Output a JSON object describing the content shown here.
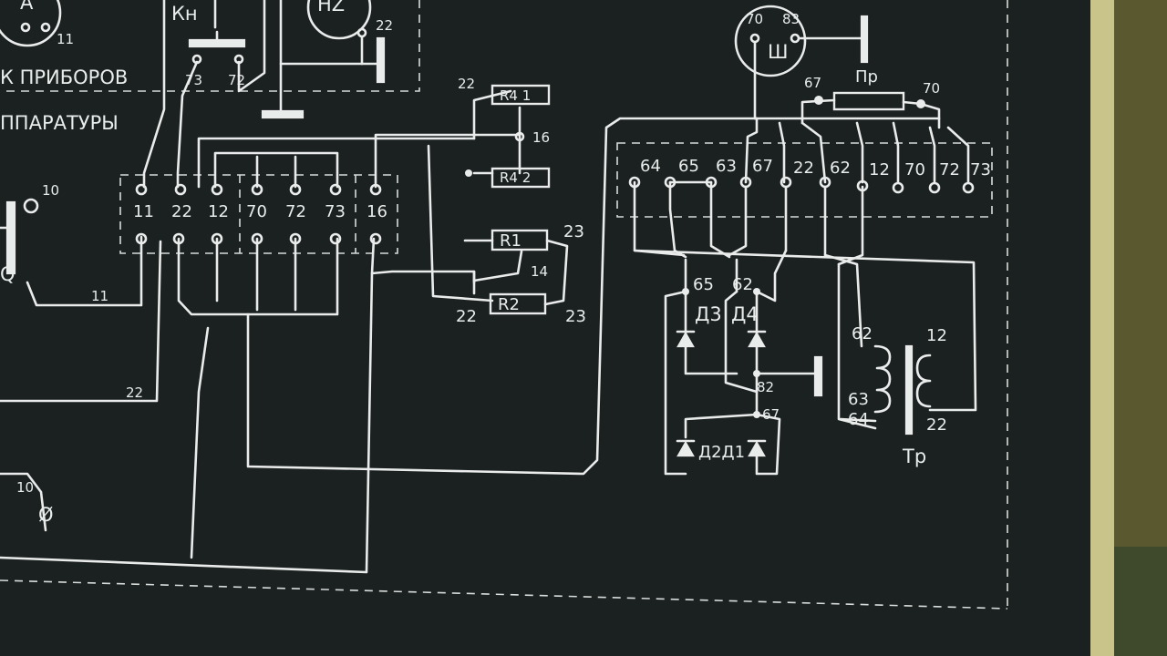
{
  "labels": {
    "section_line_1": "К ПРИБОРОВ",
    "section_line_2": "ППАРАТУРЫ",
    "meter_a": "А",
    "meter_hz": "HZ",
    "meter_sh": "Ш",
    "button_kn": "Кн",
    "fuse": "Пр",
    "transformer": "Тр",
    "diode_d3": "Д3",
    "diode_d4": "Д4",
    "diodes_d2d1": "Д2Д1",
    "res_r41": "R4 1",
    "res_r42": "R4 2",
    "res_r1": "R1",
    "res_r2": "R2",
    "switch_q": "Q",
    "phi": "Ø"
  },
  "terminal_block_left": [
    "11",
    "22",
    "12",
    "70",
    "72",
    "73",
    "16"
  ],
  "terminal_block_right": [
    "64",
    "65",
    "63",
    "67",
    "22",
    "62",
    "12",
    "70",
    "72",
    "73"
  ],
  "wire_numbers": {
    "a11": "11",
    "kn73": "73",
    "kn72": "72",
    "hz22": "22",
    "r_top22": "22",
    "r16": "16",
    "r1_23": "23",
    "r14": "14",
    "r2_22": "22",
    "r2_23": "23",
    "left10": "10",
    "left11": "11",
    "left22": "22",
    "bot10": "10",
    "sh70": "70",
    "sh83": "83",
    "pr67": "67",
    "pr70": "70",
    "d65": "65",
    "d62": "62",
    "n82": "82",
    "n67": "67",
    "tr62": "62",
    "tr63": "63",
    "tr64": "64",
    "tr12": "12",
    "tr22": "22"
  }
}
